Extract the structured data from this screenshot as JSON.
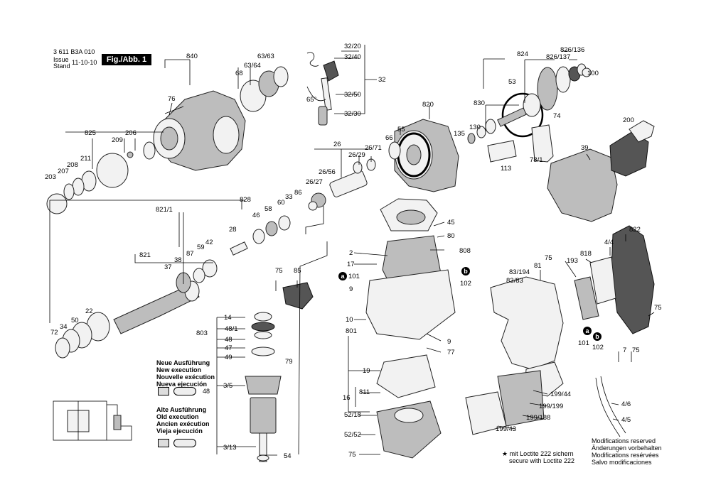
{
  "header": {
    "doc_number": "3 611 B3A 010",
    "issue_label": "Issue",
    "stand_label": "Stand",
    "issue_date": "11-10-10",
    "figure_label": "Fig./Abb. 1"
  },
  "legend_new": [
    "Neue Ausführung",
    "New execution",
    "Nouvelle exécution",
    "Nueva ejecución"
  ],
  "legend_old": [
    "Alte Ausführung",
    "Old execution",
    "Ancien exécution",
    "Vieja ejecución"
  ],
  "new_part": "48",
  "loctite": [
    "mit Loctite 222 sichern",
    "secure with Loctite 222"
  ],
  "loctite_marker": "★",
  "modifications": [
    "Modifications reserved",
    "Änderungen vorbehalten",
    "Modifications resérvées",
    "Salvo modificaciones"
  ],
  "parts": {
    "p840": "840",
    "p63_63": "63/63",
    "p63_64": "63/64",
    "p68": "68",
    "p76": "76",
    "p825": "825",
    "p206": "206",
    "p209": "209",
    "p211": "211",
    "p208": "208",
    "p207": "207",
    "p203": "203",
    "p32_20": "32/20",
    "p32_40": "32/40",
    "p32": "32",
    "p32_50": "32/50",
    "p32_30": "32/30",
    "p65deg": "65°",
    "p820": "820",
    "p55": "55",
    "p66": "66",
    "p824": "824",
    "p826_136": "826/136",
    "p826_137": "826/137",
    "p100": "100",
    "p53": "53",
    "p830": "830",
    "p74": "74",
    "p130": "130",
    "p135": "135",
    "p113": "113",
    "p78_1": "78/1",
    "p200": "200",
    "p39": "39",
    "p26": "26",
    "p26_29": "26/29",
    "p26_71": "26/71",
    "p26_56": "26/56",
    "p26_27": "26/27",
    "p828": "828",
    "p86": "86",
    "p33": "33",
    "p60": "60",
    "p58": "58",
    "p46": "46",
    "p821_1": "821/1",
    "p28": "28",
    "p42": "42",
    "p59": "59",
    "p87": "87",
    "p38": "38",
    "p37": "37",
    "p821": "821",
    "p50": "50",
    "p22": "22",
    "p34": "34",
    "p72": "72",
    "p45": "45",
    "p80": "80",
    "p808": "808",
    "p2": "2",
    "p17": "17",
    "p101a": "101",
    "p102a": "102",
    "p9a": "9",
    "p10": "10",
    "p801": "801",
    "p9b": "9",
    "p77": "77",
    "p19": "19",
    "p16": "16",
    "p811": "811",
    "p52_18": "52/18",
    "p52_52": "52/52",
    "p75a": "75",
    "p75b": "75",
    "p85": "85",
    "p14": "14",
    "p48_1": "48/1",
    "p48": "48",
    "p803": "803",
    "p47": "47",
    "p49": "49",
    "p79": "79",
    "p3_5": "3/5",
    "p3_13": "3/13",
    "p54": "54",
    "p822": "822",
    "p4_4": "4/4",
    "p818": "818",
    "p75c": "75",
    "p193": "193",
    "p81": "81",
    "p83_194": "83/194",
    "p83_83": "83/83",
    "p75d": "75",
    "p101b": "101",
    "p102b": "102",
    "p7": "7",
    "p75e": "75",
    "p4_6": "4/6",
    "p4_5": "4/5",
    "p199_44": "199/44",
    "p199_199": "199/199",
    "p199_188": "199/188",
    "p199_43": "199/43",
    "badge_a": "a",
    "badge_b": "b"
  }
}
